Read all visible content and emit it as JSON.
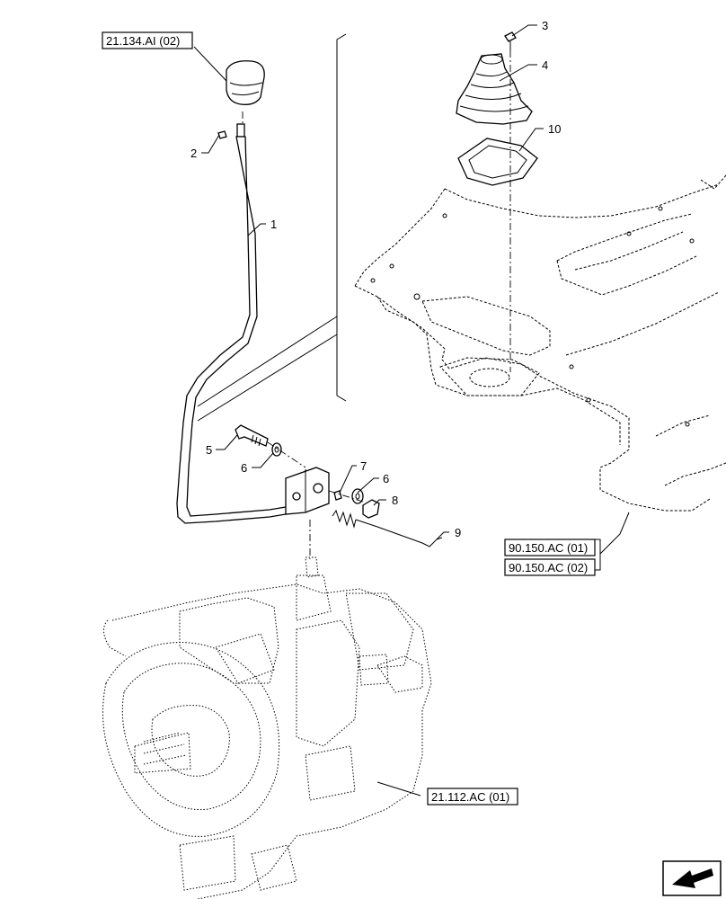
{
  "references": {
    "shift_knob": "21.134.AI (02)",
    "floor_plate_1": "90.150.AC (01)",
    "floor_plate_2": "90.150.AC (02)",
    "transmission": "21.112.AC (01)"
  },
  "callouts": {
    "c1": "1",
    "c2": "2",
    "c3": "3",
    "c4": "4",
    "c5": "5",
    "c6a": "6",
    "c6b": "6",
    "c7": "7",
    "c8": "8",
    "c9": "9",
    "c10": "10"
  }
}
